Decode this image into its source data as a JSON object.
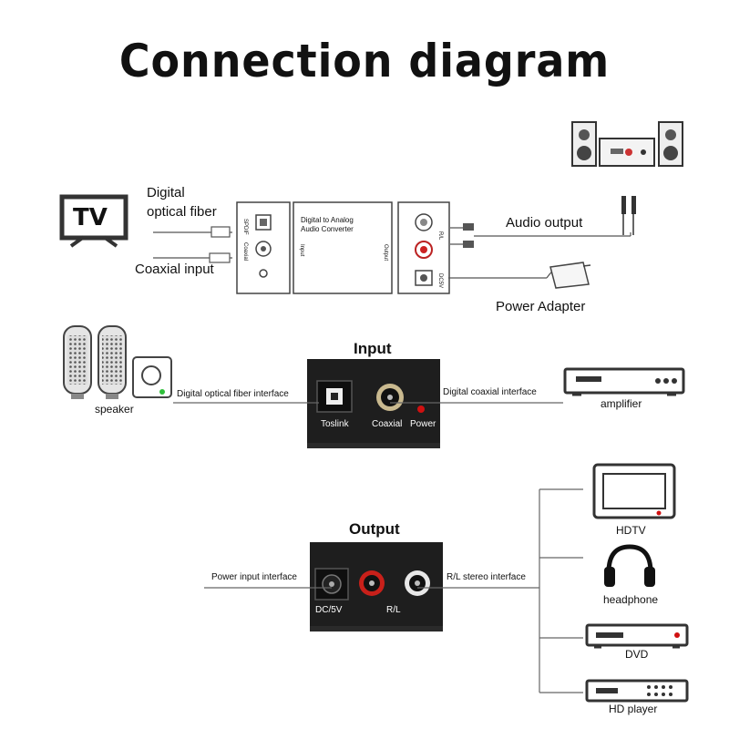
{
  "title": "Connection diagram",
  "top_section": {
    "tv_label": "TV",
    "digital_optical_line1": "Digital",
    "digital_optical_line2": "optical fiber",
    "coaxial_input": "Coaxial input",
    "audio_output": "Audio output",
    "power_adapter": "Power Adapter",
    "converter_text_line1": "Digital to Analog",
    "converter_text_line2": "Audio Converter",
    "left_panel_spdif": "SPDIF",
    "left_panel_coaxial": "Coaxial",
    "input_side": "Input",
    "output_side": "Output",
    "rl_side": "R/L",
    "dc_side": "DC5V"
  },
  "input_section": {
    "heading": "Input",
    "left_interface": "Digital optical fiber interface",
    "right_interface": "Digital coaxial interface",
    "speaker": "speaker",
    "amplifier": "amplifier",
    "port_toslink": "Toslink",
    "port_coaxial": "Coaxial",
    "port_power": "Power"
  },
  "output_section": {
    "heading": "Output",
    "left_interface": "Power input interface",
    "right_interface": "R/L stereo interface",
    "port_dc": "DC/5V",
    "port_rl": "R/L",
    "devices": [
      "HDTV",
      "headphone",
      "DVD",
      "HD player"
    ]
  },
  "colors": {
    "device_body": "#1e1e1e",
    "line": "#555555",
    "red_jack": "#c8201a",
    "power_led": "#d01010",
    "status_led": "#2fbf3a"
  }
}
